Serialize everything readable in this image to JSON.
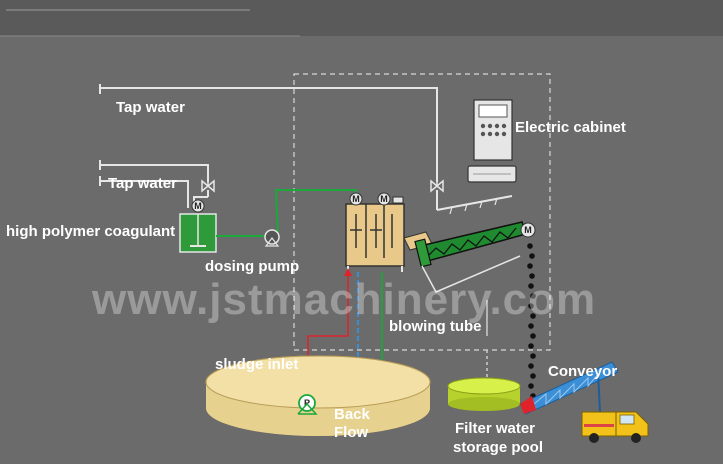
{
  "labels": {
    "tap_water_top": "Tap water",
    "tap_water_mid": "Tap water",
    "coagulant": "high polymer coagulant",
    "dosing_pump": "dosing pump",
    "electric_cabinet": "Electric cabinet",
    "blowing_tube": "blowing tube",
    "sludge_inlet": "sludge inlet",
    "back_flow_1": "Back",
    "back_flow_2": "Flow",
    "filter_pool_1": "Filter water",
    "filter_pool_2": "storage pool",
    "conveyor": "Conveyor"
  },
  "symbols": {
    "motor": "M",
    "pump": "P"
  },
  "watermark": "www.jstmachinery.com",
  "icons": [
    "valve-icon",
    "motor-icon",
    "pump-icon",
    "truck-icon",
    "screw-press-icon",
    "electric-cabinet-icon"
  ],
  "colors": {
    "background": "#6b6b6b",
    "pipe_green": "#1aa93a",
    "pipe_white": "#e6e6e6",
    "sludge_red": "#e0222a",
    "backflow_blue": "#3a8fe0",
    "tank_fill": "#e8c98a",
    "pool_fill": "#e7d18f",
    "filter_pool": "#c8e23c",
    "coagulant_tank": "#2f9a3a",
    "conveyor_blue": "#3b8fd6",
    "truck_yellow": "#f2c21a"
  }
}
